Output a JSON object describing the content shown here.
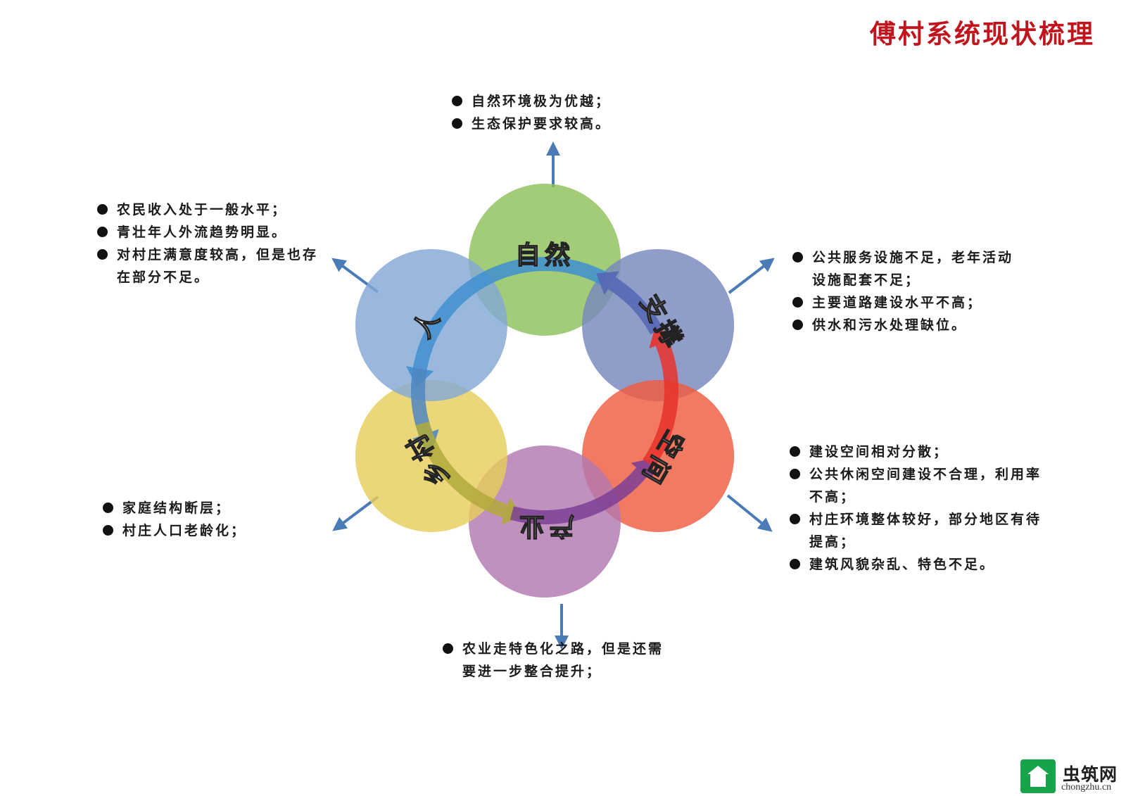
{
  "page": {
    "title": "傅村系统现状梳理",
    "title_color": "#c0151d",
    "background": "#ffffff"
  },
  "diagram": {
    "connector_color": "#4a7bb7",
    "nodes": [
      {
        "id": "nature",
        "label": "自然",
        "color": "#8dc15a",
        "icon": "circle"
      },
      {
        "id": "support",
        "label": "支撑",
        "color": "#7787bd",
        "icon": "circle"
      },
      {
        "id": "space",
        "label": "空间",
        "color": "#ef5c3f",
        "icon": "circle"
      },
      {
        "id": "industry",
        "label": "产业",
        "color": "#b277b0",
        "icon": "circle"
      },
      {
        "id": "village",
        "label": "乡村",
        "color": "#e6cd5c",
        "icon": "circle"
      },
      {
        "id": "people",
        "label": "人",
        "color": "#84a8d6",
        "icon": "circle"
      }
    ],
    "cycle": [
      {
        "from": "自然",
        "to": "人",
        "color": "#3f8fd0"
      },
      {
        "from": "人",
        "to": "乡村",
        "color": "#4f86c0"
      },
      {
        "from": "乡村",
        "to": "产业",
        "color": "#b0aa3a"
      },
      {
        "from": "产业",
        "to": "空间",
        "color": "#7d3f95"
      },
      {
        "from": "空间",
        "to": "支撑",
        "color": "#e8322b"
      },
      {
        "from": "支撑",
        "to": "自然",
        "color": "#5566b5"
      }
    ]
  },
  "notes": {
    "top": [
      "自然环境极为优越；",
      "生态保护要求较高。"
    ],
    "left_top": [
      "农民收入处于一般水平；",
      "青壮年人外流趋势明显。",
      "对村庄满意度较高，但是也存在部分不足。"
    ],
    "right_top": [
      "公共服务设施不足，老年活动设施配套不足；",
      "主要道路建设水平不高；",
      "供水和污水处理缺位。"
    ],
    "left_bottom": [
      "家庭结构断层；",
      "村庄人口老龄化；"
    ],
    "right_bottom": [
      "建设空间相对分散；",
      "公共休闲空间建设不合理，利用率不高；",
      "村庄环境整体较好，部分地区有待提高；",
      "建筑风貌杂乱、特色不足。"
    ],
    "bottom": [
      "农业走特色化之路，但是还需要进一步整合提升；"
    ]
  },
  "logo": {
    "name": "虫筑网",
    "url": "chongzhu.cn",
    "icon": "house-icon",
    "color": "#16a34a"
  }
}
